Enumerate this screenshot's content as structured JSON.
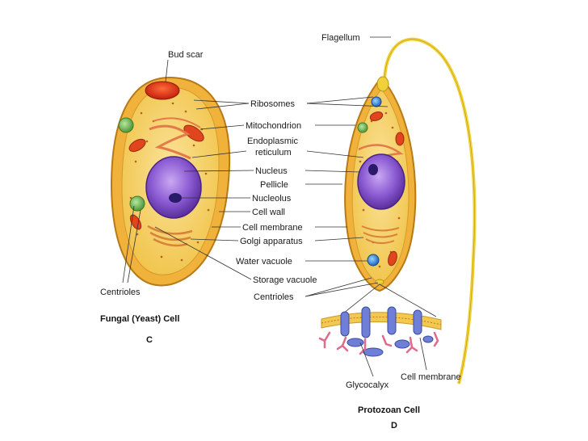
{
  "labels": {
    "bud_scar": "Bud scar",
    "flagellum": "Flagellum",
    "ribosomes": "Ribosomes",
    "mitochondrion": "Mitochondrion",
    "endoplasmic": "Endoplasmic",
    "reticulum": "reticulum",
    "nucleus": "Nucleus",
    "pellicle": "Pellicle",
    "nucleolus": "Nucleolus",
    "cell_wall": "Cell wall",
    "cell_membrane": "Cell membrane",
    "golgi_apparatus": "Golgi apparatus",
    "water_vacuole": "Water vacuole",
    "storage_vacuole": "Storage vacuole",
    "centrioles_left": "Centrioles",
    "centrioles_right": "Centrioles",
    "glycocalyx": "Glycocalyx",
    "cell_membrane_detail": "Cell membrane"
  },
  "captions": {
    "fungal_title": "Fungal (Yeast) Cell",
    "fungal_letter": "C",
    "protozoan_title": "Protozoan Cell",
    "protozoan_letter": "D"
  },
  "colors": {
    "cell_wall": "#f2b53a",
    "cytoplasm": "#f6d56a",
    "nucleus": "#7b4bc4",
    "nucleolus": "#2a1a6a",
    "mitochondrion": "#e0451d",
    "er": "#e8784a",
    "flagellum": "#f1d13a",
    "membrane_protein": "#6f7fd8",
    "glycocalyx": "#e06a8a"
  }
}
